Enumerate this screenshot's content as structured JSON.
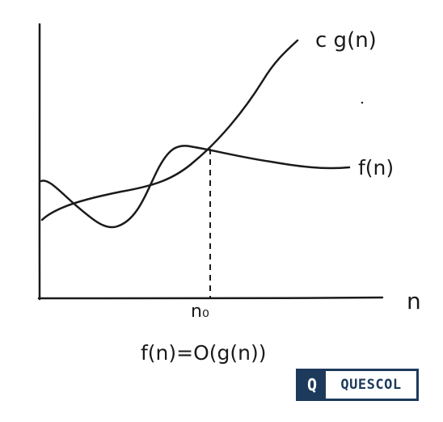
{
  "curves": {
    "cg_label": "c g(n)",
    "f_label": "f(n)"
  },
  "axes": {
    "x_label": "n",
    "threshold_label": "n₀"
  },
  "formula": "f(n)=O(g(n))",
  "logo": {
    "mark": "Q",
    "name": "QUESCOL"
  },
  "colors": {
    "ink": "#1a1a1a",
    "brand": "#1d3a5c"
  }
}
